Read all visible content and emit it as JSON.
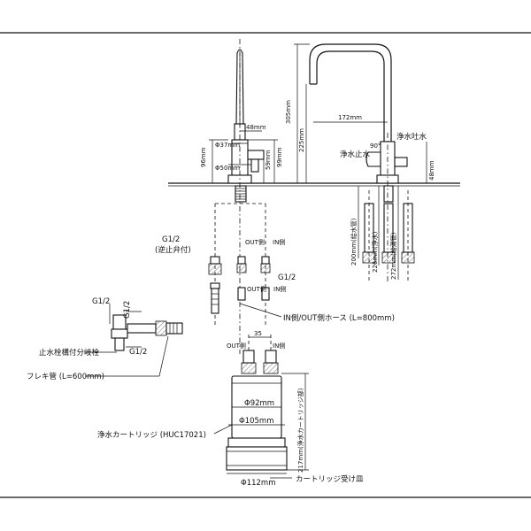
{
  "labels": {
    "dim_305": "305mm",
    "dim_225": "225mm",
    "dim_172": "172mm",
    "dim_48_top": "48mm",
    "dim_37": "Φ37mm",
    "dim_50": "Φ50mm",
    "dim_96": "96mm",
    "dim_99": "99mm",
    "dim_59": "59mm",
    "dim_48_right": "48mm",
    "angle_90": "90°",
    "pure_outlet": "浄水吐水",
    "pure_stop": "浄水止水",
    "dim_200": "200mm(給水管)",
    "dim_226": "226mm(浄水)",
    "dim_272": "272mm(給湯管)",
    "g12_check": "G1/2",
    "check_valve_note": "(逆止弁付)",
    "out_side_top": "OUT側",
    "in_side_top": "IN側",
    "g12_mid": "G1/2",
    "out_side_mid": "OUT側",
    "in_side_mid": "IN側",
    "hose_note": "IN側/OUT側ホース (L=800mm)",
    "g12_left_top": "G1/2",
    "g12_left_right": "G1/2",
    "g12_left_bottom": "G1/2",
    "stop_valve": "止水栓構付分岐栓",
    "flexible_pipe": "フレキ管 (L=600mm)",
    "out_side_cart": "OUT側",
    "in_side_cart": "IN側",
    "dim_35": "35",
    "dim_92": "Φ92mm",
    "dim_105": "Φ105mm",
    "dim_112": "Φ112mm",
    "dim_217": "217mm(浄水カートリッジ部)",
    "cartridge": "浄水カートリッジ (HUC17021)",
    "cartridge_tray": "カートリッジ受け皿"
  }
}
